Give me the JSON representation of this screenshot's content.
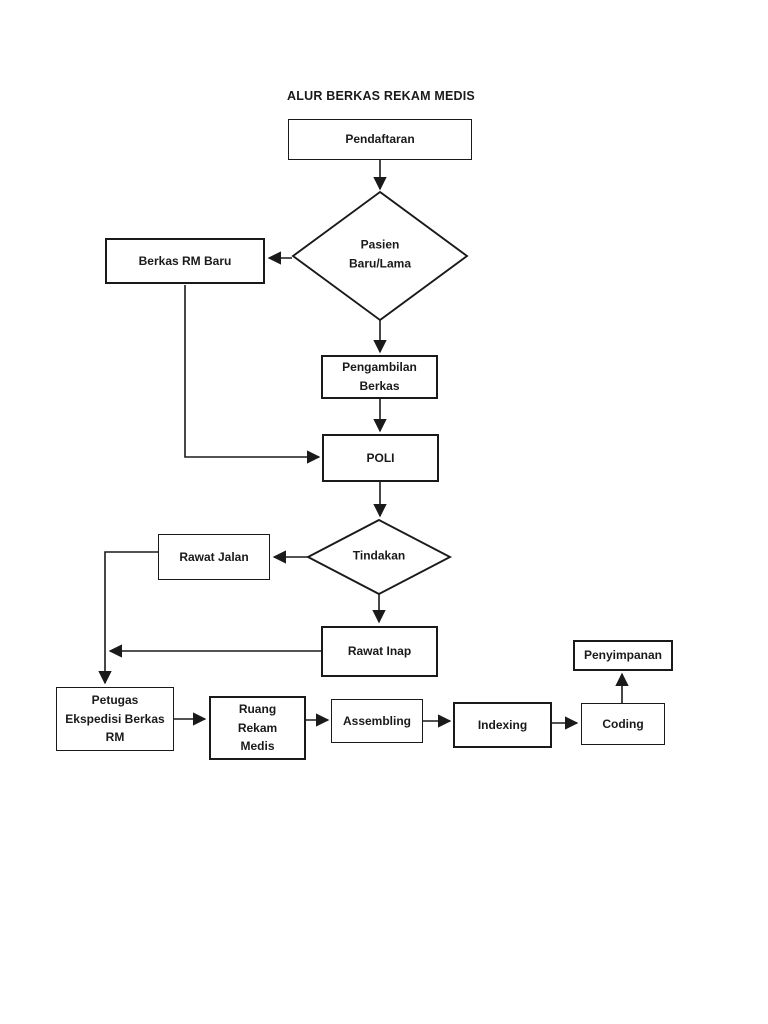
{
  "page": {
    "title": "ALUR BERKAS REKAM MEDIS",
    "background_color": "#ffffff",
    "line_color": "#1a1a1a",
    "text_color": "#1a1a1a"
  },
  "diagram": {
    "type": "flowchart",
    "nodes": {
      "pendaftaran": {
        "label": "Pendaftaran",
        "shape": "rectangle"
      },
      "pasien_baru_lama": {
        "label": "Pasien\nBaru/Lama",
        "shape": "diamond"
      },
      "berkas_rm_baru": {
        "label": "Berkas RM Baru",
        "shape": "rectangle"
      },
      "pengambilan_berkas": {
        "label": "Pengambilan\nBerkas",
        "shape": "rectangle"
      },
      "poli": {
        "label": "POLI",
        "shape": "rectangle"
      },
      "tindakan": {
        "label": "Tindakan",
        "shape": "diamond"
      },
      "rawat_jalan": {
        "label": "Rawat Jalan",
        "shape": "rectangle"
      },
      "rawat_inap": {
        "label": "Rawat Inap",
        "shape": "rectangle"
      },
      "petugas_ekspedisi": {
        "label": "Petugas\nEkspedisi Berkas\nRM",
        "shape": "rectangle"
      },
      "ruang_rekam_medis": {
        "label": "Ruang\nRekam\nMedis",
        "shape": "rectangle"
      },
      "assembling": {
        "label": "Assembling",
        "shape": "rectangle"
      },
      "indexing": {
        "label": "Indexing",
        "shape": "rectangle"
      },
      "coding": {
        "label": "Coding",
        "shape": "rectangle"
      },
      "penyimpanan": {
        "label": "Penyimpanan",
        "shape": "rectangle"
      }
    },
    "edges": [
      {
        "from": "pendaftaran",
        "to": "pasien_baru_lama"
      },
      {
        "from": "pasien_baru_lama",
        "to": "berkas_rm_baru"
      },
      {
        "from": "pasien_baru_lama",
        "to": "pengambilan_berkas"
      },
      {
        "from": "berkas_rm_baru",
        "to": "poli"
      },
      {
        "from": "pengambilan_berkas",
        "to": "poli"
      },
      {
        "from": "poli",
        "to": "tindakan"
      },
      {
        "from": "tindakan",
        "to": "rawat_jalan"
      },
      {
        "from": "tindakan",
        "to": "rawat_inap"
      },
      {
        "from": "rawat_jalan",
        "to": "petugas_ekspedisi"
      },
      {
        "from": "rawat_inap",
        "to": "petugas_ekspedisi"
      },
      {
        "from": "petugas_ekspedisi",
        "to": "ruang_rekam_medis"
      },
      {
        "from": "ruang_rekam_medis",
        "to": "assembling"
      },
      {
        "from": "assembling",
        "to": "indexing"
      },
      {
        "from": "indexing",
        "to": "coding"
      },
      {
        "from": "coding",
        "to": "penyimpanan"
      }
    ]
  }
}
